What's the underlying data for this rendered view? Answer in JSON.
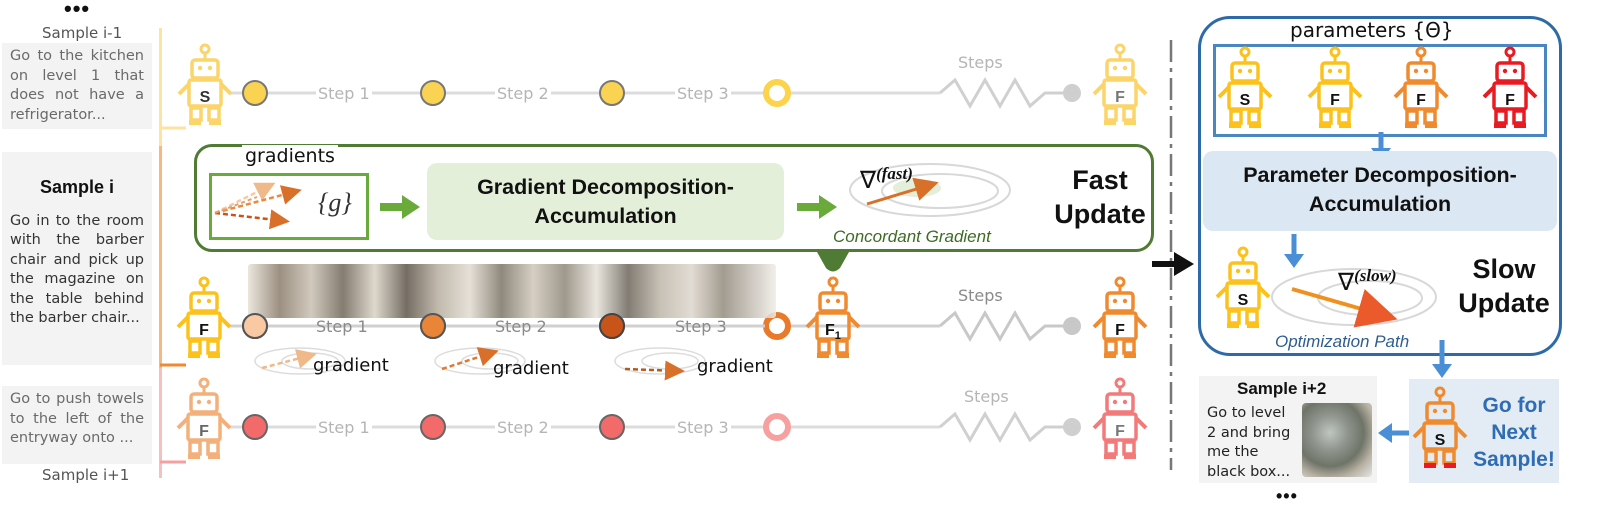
{
  "ellipsis_top": "•••",
  "ellipsis_bottom": "•••",
  "samples": {
    "prev": {
      "title": "Sample i-1",
      "text": "Go to the kitchen on level 1 that does not have a refrigerator..."
    },
    "current": {
      "title": "Sample i",
      "text": "Go in to the room with the barber chair and pick up the magazine on the table behind the barber chair..."
    },
    "next": {
      "title": "Sample i+1",
      "text": "Go to push towels to the left of the entryway onto ..."
    },
    "plus2": {
      "title": "Sample i+2",
      "text": "Go to level 2 and bring me the black box..."
    }
  },
  "steps": {
    "s1": "Step 1",
    "s2": "Step 2",
    "s3": "Step 3",
    "steps": "Steps"
  },
  "robot_labels": {
    "start": "S",
    "final": "F",
    "fast": "F",
    "fast_sub": "1"
  },
  "fast_update": {
    "gradients_label": "gradients",
    "g_symbol": "{g}",
    "box_title": "Gradient Decomposition-Accumulation",
    "nabla": "∇",
    "fast_sup": "(fast)",
    "concordant": "Concordant Gradient",
    "title_line1": "Fast",
    "title_line2": "Update"
  },
  "gradient_word": "gradient",
  "slow_update": {
    "params_label": "parameters {Θ}",
    "box_title": "Parameter  Decomposition-Accumulation",
    "nabla": "∇",
    "slow_sup": "(slow)",
    "opt_path": "Optimization Path",
    "title_line1": "Slow",
    "title_line2": "Update"
  },
  "go_next": "Go for Next Sample!",
  "colors": {
    "yellow": "#fcc21b",
    "yellow_faded": "#fbd46a",
    "orange": "#f08a2f",
    "orange_dark": "#e06c1a",
    "red": "#e81b23",
    "peach": "#f4b07a",
    "pink": "#f27a7a",
    "green": "#4f7b34",
    "green_arrow": "#6aaa3a",
    "blue": "#2e6aa8",
    "blue_arrow": "#4a8fd6"
  }
}
